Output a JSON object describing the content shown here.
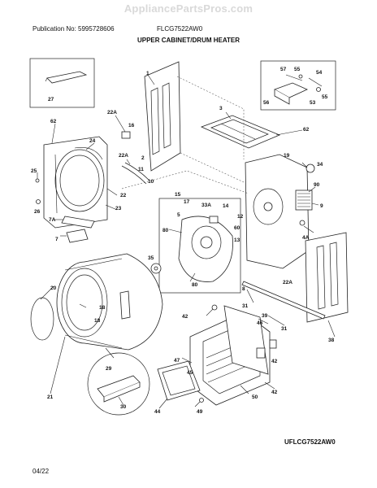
{
  "site_watermark": "AppliancePartsPros.com",
  "header": {
    "publication": "Publication No: 5995728606",
    "model": "FLCG7522AW0",
    "title": "UPPER CABINET/DRUM HEATER"
  },
  "footer": {
    "diagram_code": "UFLCG7522AW0",
    "date": "04/22"
  },
  "callouts": [
    "27",
    "1",
    "22A",
    "16",
    "3",
    "62",
    "57",
    "55",
    "54",
    "56",
    "53",
    "55",
    "62",
    "24",
    "22A",
    "2",
    "11",
    "10",
    "25",
    "22",
    "19",
    "34",
    "26",
    "9",
    "15",
    "17",
    "33A",
    "14",
    "5",
    "12",
    "23",
    "7A",
    "90",
    "7",
    "60",
    "13",
    "4A",
    "22A",
    "80",
    "18",
    "20",
    "80",
    "8",
    "35",
    "31",
    "42",
    "39",
    "31",
    "46",
    "38",
    "42",
    "47",
    "45",
    "18",
    "29",
    "44",
    "50",
    "42",
    "49",
    "30",
    "21"
  ]
}
